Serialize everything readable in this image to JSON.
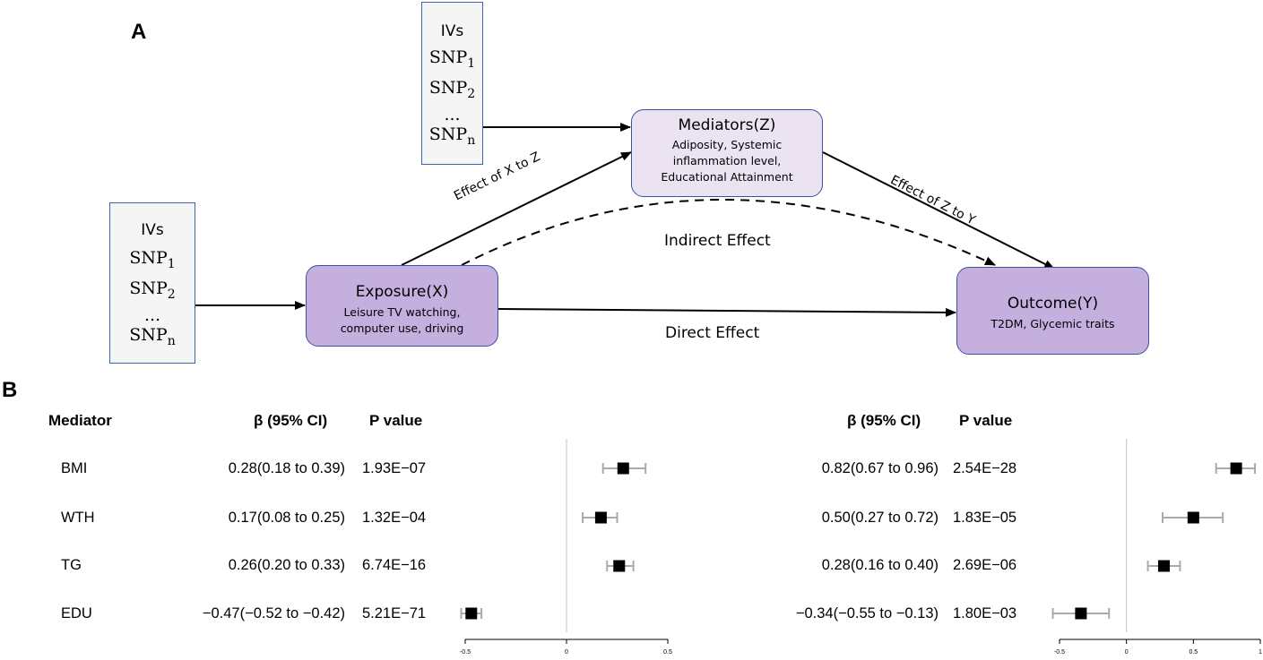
{
  "panels": {
    "a": "A",
    "b": "B"
  },
  "diagram": {
    "iv_top": {
      "title": "IVs",
      "snps": [
        {
          "base": "SNP",
          "sub": "1"
        },
        {
          "base": "SNP",
          "sub": "2"
        },
        {
          "base": "...",
          "sub": ""
        },
        {
          "base": "SNP",
          "sub": "n"
        }
      ]
    },
    "iv_left": {
      "title": "IVs",
      "snps": [
        {
          "base": "SNP",
          "sub": "1"
        },
        {
          "base": "SNP",
          "sub": "2"
        },
        {
          "base": "...",
          "sub": ""
        },
        {
          "base": "SNP",
          "sub": "n"
        }
      ]
    },
    "mediators": {
      "title": "Mediators(Z)",
      "lines": [
        "Adiposity, Systemic",
        "inflammation level,",
        "Educational Attainment"
      ]
    },
    "exposure": {
      "title": "Exposure(X)",
      "lines": [
        "Leisure TV watching,",
        "computer use, driving"
      ]
    },
    "outcome": {
      "title": "Outcome(Y)",
      "lines": [
        "T2DM, Glycemic traits"
      ]
    },
    "labels": {
      "x_to_z": "Effect of X to Z",
      "z_to_y": "Effect of Z to Y",
      "indirect": "Indirect Effect",
      "direct": "Direct Effect"
    },
    "colors": {
      "iv_border": "#3a68b0",
      "node_fill_light": "#ece3f2",
      "node_fill_dark": "#c5afdf",
      "node_border": "#3a52a0"
    }
  },
  "table": {
    "headers": {
      "mediator": "Mediator",
      "beta_left": "β (95% CI)",
      "p_left": "P value",
      "beta_right": "β (95% CI)",
      "p_right": "P value"
    },
    "rows": [
      {
        "mediator": "BMI",
        "left_ci": "0.28(0.18 to 0.39)",
        "left_p": "1.93E−07",
        "right_ci": "0.82(0.67 to 0.96)",
        "right_p": "2.54E−28"
      },
      {
        "mediator": "WTH",
        "left_ci": "0.17(0.08 to 0.25)",
        "left_p": "1.32E−04",
        "right_ci": "0.50(0.27 to 0.72)",
        "right_p": "1.83E−05"
      },
      {
        "mediator": "TG",
        "left_ci": "0.26(0.20 to 0.33)",
        "left_p": "6.74E−16",
        "right_ci": "0.28(0.16 to 0.40)",
        "right_p": "2.69E−06"
      },
      {
        "mediator": "EDU",
        "left_ci": "−0.47(−0.52 to −0.42)",
        "left_p": "5.21E−71",
        "right_ci": "−0.34(−0.55 to −0.13)",
        "right_p": "1.80E−03"
      }
    ]
  },
  "chart_data": [
    {
      "type": "forest",
      "xlim": [
        -0.5,
        0.5
      ],
      "ticks": [
        -0.5,
        0,
        0.5
      ],
      "tick_labels": [
        "-0.5",
        "0",
        "0.5"
      ],
      "points": [
        {
          "label": "BMI",
          "est": 0.28,
          "lo": 0.18,
          "hi": 0.39
        },
        {
          "label": "WTH",
          "est": 0.17,
          "lo": 0.08,
          "hi": 0.25
        },
        {
          "label": "TG",
          "est": 0.26,
          "lo": 0.2,
          "hi": 0.33
        },
        {
          "label": "EDU",
          "est": -0.47,
          "lo": -0.52,
          "hi": -0.42
        }
      ]
    },
    {
      "type": "forest",
      "xlim": [
        -0.5,
        1
      ],
      "ticks": [
        -0.5,
        0,
        0.5,
        1
      ],
      "tick_labels": [
        "-0.5",
        "0",
        "0.5",
        "1"
      ],
      "points": [
        {
          "label": "BMI",
          "est": 0.82,
          "lo": 0.67,
          "hi": 0.96
        },
        {
          "label": "WTH",
          "est": 0.5,
          "lo": 0.27,
          "hi": 0.72
        },
        {
          "label": "TG",
          "est": 0.28,
          "lo": 0.16,
          "hi": 0.4
        },
        {
          "label": "EDU",
          "est": -0.34,
          "lo": -0.55,
          "hi": -0.13
        }
      ]
    }
  ]
}
